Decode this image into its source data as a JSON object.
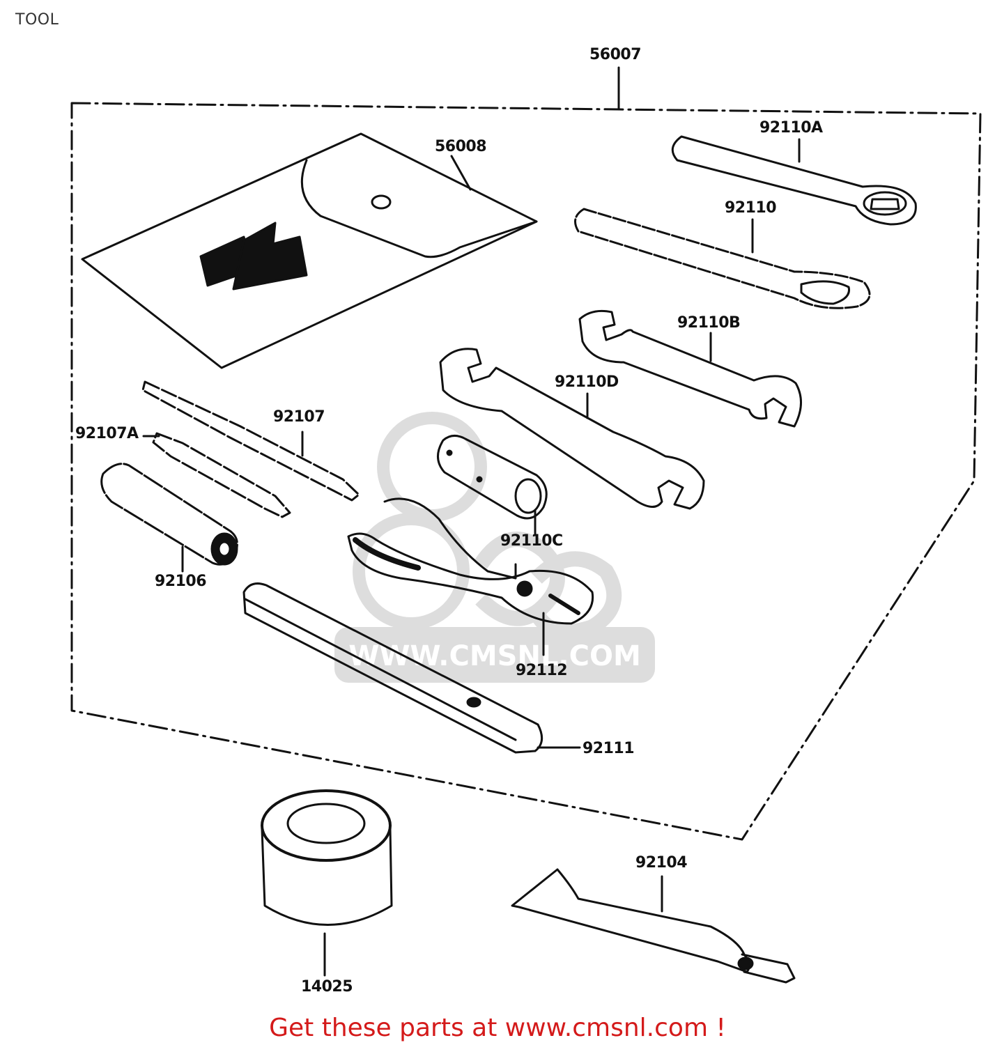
{
  "page": {
    "title": "TOOL"
  },
  "parts": {
    "p56007": "56007",
    "p56008": "56008",
    "p92110A": "92110A",
    "p92110": "92110",
    "p92110B": "92110B",
    "p92110D": "92110D",
    "p92107": "92107",
    "p92107A": "92107A",
    "p92110C": "92110C",
    "p92106": "92106",
    "p92112": "92112",
    "p92111": "92111",
    "p92104": "92104",
    "p14025": "14025"
  },
  "watermark": {
    "text": "WWW.CMSNL.COM"
  },
  "footer": {
    "link_text": "Get these parts at www.cmsnl.com !",
    "color": "#d41a1a"
  }
}
